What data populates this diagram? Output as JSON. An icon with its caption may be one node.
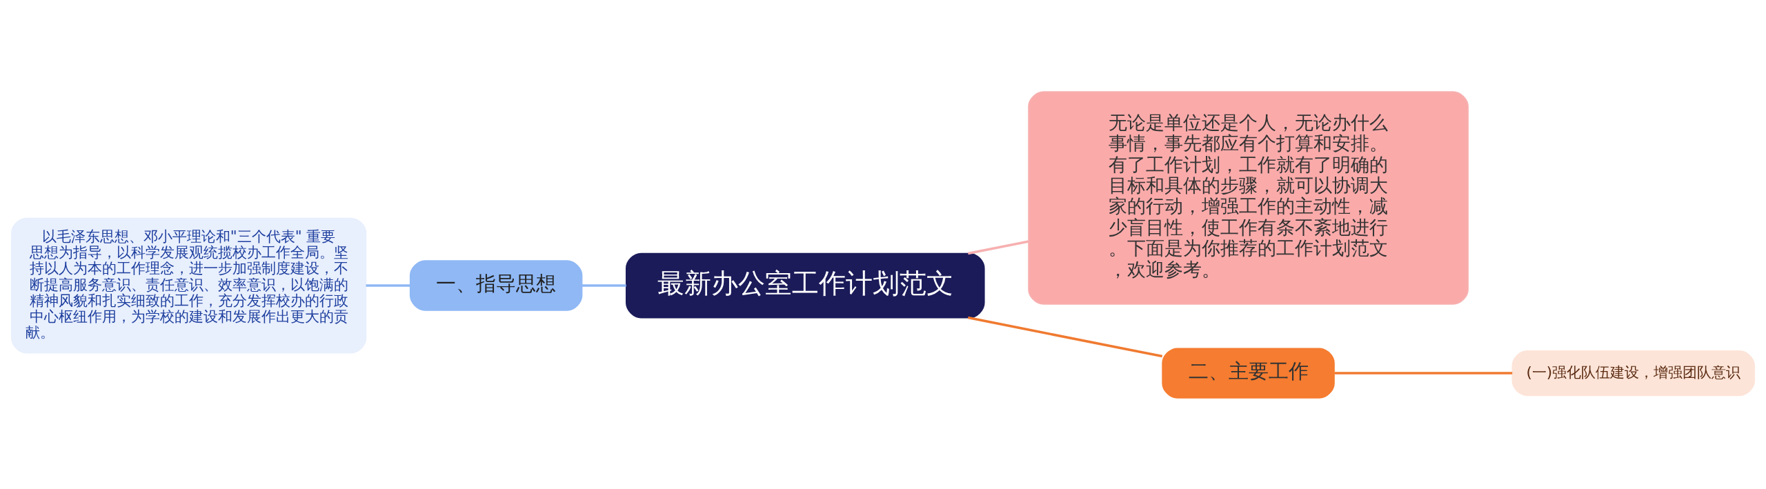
{
  "diagram": {
    "nodes": [
      {
        "text": [
          "最新办公室工作计划范文"
        ]
      },
      {
        "text": [
          "一、指导思想"
        ]
      },
      {
        "text": [
          "以毛泽东思想、邓小平理论和\"三个代表\" 重要思想为指导，以科学发展观统揽校办工作全局。坚持以人为本的工作理念，进一步加强制度建设，不断提高服务意识、责任意识、效率意识，以饱满的精神风貌和扎实细致的工作，充分发挥校办的行政中心枢纽作用，为学校的建设和发展作出更大的贡献。"
        ]
      },
      {
        "text": [
          "无论是单位还是个人，无论办什么事情，事先都应有个打算和安排。有了工作计划，工作就有了明确的目标和具体的步骤，就可以协调大家的行动，增强工作的主动性，减少盲目性，使工作有条不紊地进行。下面是为你推荐的工作计划范文，欢迎参考。"
        ]
      },
      {
        "text": [
          "二、主要工作"
        ]
      },
      {
        "text": [
          "(一)强化队伍建设，增强团队意识"
        ]
      }
    ],
    "edges": [
      {
        "from": 0,
        "to": 1,
        "arrow": "none",
        "color": "#8fb8f5"
      },
      {
        "from": 1,
        "to": 2,
        "arrow": "none",
        "color": "#8fb8f5"
      },
      {
        "from": 0,
        "to": 3,
        "arrow": "none",
        "color": "#f7b0b0"
      },
      {
        "from": 0,
        "to": 4,
        "arrow": "none",
        "color": "#f07a30"
      },
      {
        "from": 4,
        "to": 5,
        "arrow": "none",
        "color": "#f07a30"
      }
    ]
  }
}
